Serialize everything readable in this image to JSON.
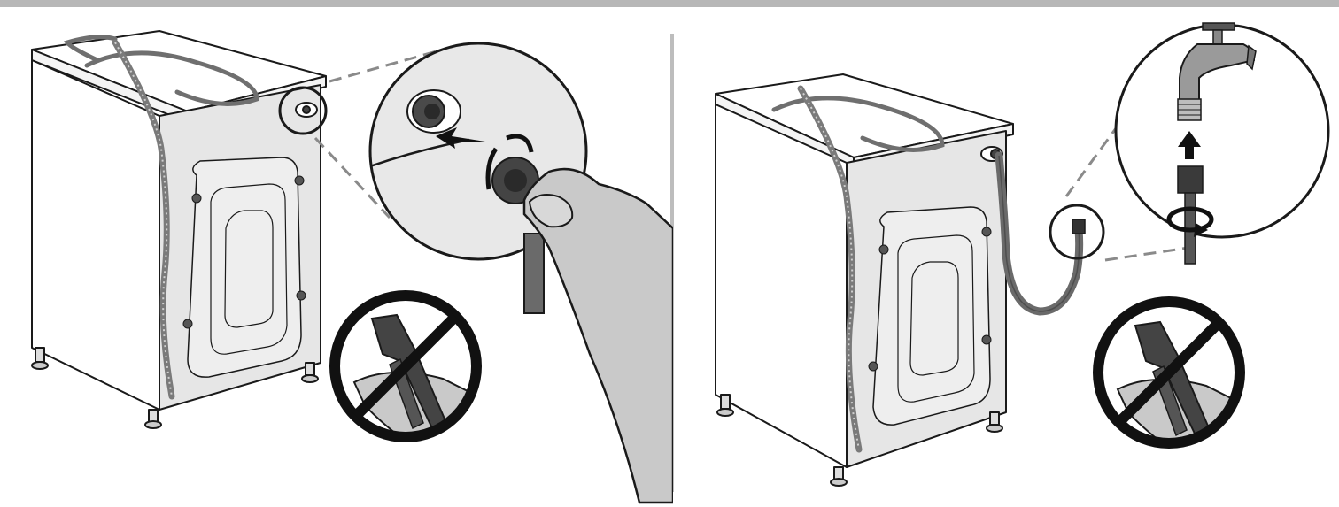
{
  "colors": {
    "topbar": "#b7b7b7",
    "divider": "#bdbdbd",
    "outline": "#1a1a1a",
    "panel_fill": "#ffffff",
    "back_panel": "#e6e6e6",
    "callout_fill": "#e8e8e8",
    "hose": "#6f6f6f",
    "hand": "#c9c9c9",
    "prohibition": "#111111",
    "dashed_leader": "#8a8a8a"
  },
  "icons": {
    "left_callout": "hose-connector-detail-icon",
    "right_callout": "tap-connection-detail-icon",
    "prohibition": "no-pliers-icon"
  },
  "steps": [
    {
      "id": "step-1",
      "subject": "remove-transport-cap"
    },
    {
      "id": "step-2",
      "subject": "connect-inlet-hose-to-tap"
    }
  ]
}
